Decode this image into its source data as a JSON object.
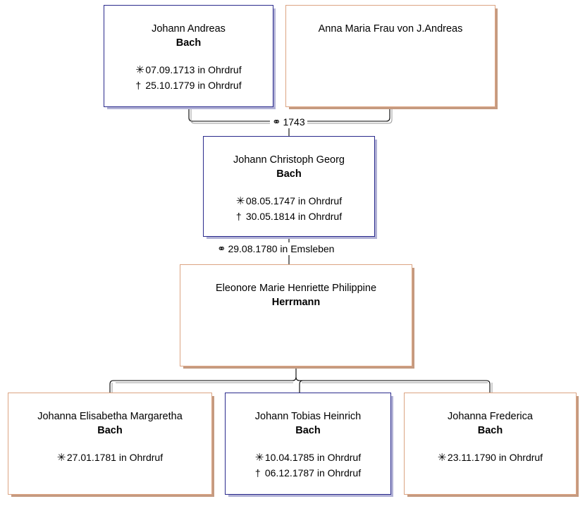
{
  "chart": {
    "type": "genealogy-family-tree",
    "surname_family": "Bach",
    "legend": {
      "birth_symbol": "✳",
      "death_symbol": "†",
      "marriage_symbol": "⚭"
    },
    "colors": {
      "male_border": "#2a2a8c",
      "male_shadow": "#b2b2d6",
      "female_border": "#dca482",
      "female_shadow": "#c59a80",
      "background": "#ffffff",
      "text": "#000000",
      "line": "#000000"
    }
  },
  "people": {
    "father": {
      "given": "Johann Andreas",
      "surname": "Bach",
      "sex": "male",
      "birth_symbol": "✳",
      "birth": "07.09.1713 in Ohrdruf",
      "death_symbol": "†",
      "death": "25.10.1779 in Ohrdruf"
    },
    "mother": {
      "given": "Anna Maria Frau von J.Andreas",
      "surname": "",
      "sex": "female",
      "birth_symbol": "",
      "birth": "",
      "death_symbol": "",
      "death": ""
    },
    "son": {
      "given": "Johann Christoph Georg",
      "surname": "Bach",
      "sex": "male",
      "birth_symbol": "✳",
      "birth": "08.05.1747 in Ohrdruf",
      "death_symbol": "†",
      "death": "30.05.1814 in Ohrdruf"
    },
    "wife": {
      "given": "Eleonore Marie Henriette Philippine",
      "surname": "Herrmann",
      "sex": "female",
      "birth_symbol": "",
      "birth": "",
      "death_symbol": "",
      "death": ""
    },
    "child1": {
      "given": "Johanna Elisabetha Margaretha",
      "surname": "Bach",
      "sex": "female",
      "birth_symbol": "✳",
      "birth": "27.01.1781 in Ohrdruf",
      "death_symbol": "",
      "death": ""
    },
    "child2": {
      "given": "Johann Tobias Heinrich",
      "surname": "Bach",
      "sex": "male",
      "birth_symbol": "✳",
      "birth": "10.04.1785 in Ohrdruf",
      "death_symbol": "†",
      "death": "06.12.1787 in Ohrdruf"
    },
    "child3": {
      "given": "Johanna Frederica",
      "surname": "Bach",
      "sex": "female",
      "birth_symbol": "✳",
      "birth": "23.11.1790 in Ohrdruf",
      "death_symbol": "",
      "death": ""
    }
  },
  "marriages": {
    "m1": {
      "symbol": "⚭",
      "text": "1743"
    },
    "m2": {
      "symbol": "⚭",
      "text": "29.08.1780 in Emsleben"
    }
  }
}
